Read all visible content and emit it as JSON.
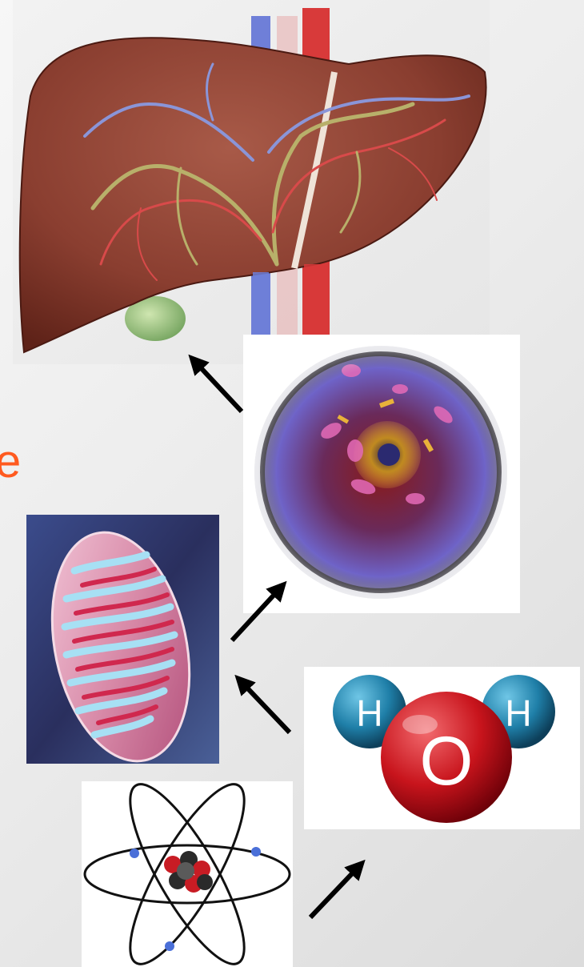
{
  "slide": {
    "edge_text": "e",
    "colors": {
      "background": "#ececec",
      "edge_text": "#ff5a1f",
      "arrow": "#000000"
    }
  },
  "panels": {
    "organ": {
      "icon": "liver-illustration"
    },
    "cell": {
      "icon": "cell-illustration"
    },
    "organelle": {
      "icon": "mitochondrion-illustration"
    },
    "molecule": {
      "icon": "water-molecule-illustration",
      "atom_labels": [
        "H",
        "O",
        "H"
      ],
      "colors": {
        "oxygen": "#c8141c",
        "hydrogen": "#1f7fa8"
      }
    },
    "atom": {
      "icon": "atom-illustration"
    }
  },
  "arrows": [
    {
      "icon": "arrow-icon"
    },
    {
      "icon": "arrow-icon"
    },
    {
      "icon": "arrow-icon"
    },
    {
      "icon": "arrow-icon"
    }
  ]
}
